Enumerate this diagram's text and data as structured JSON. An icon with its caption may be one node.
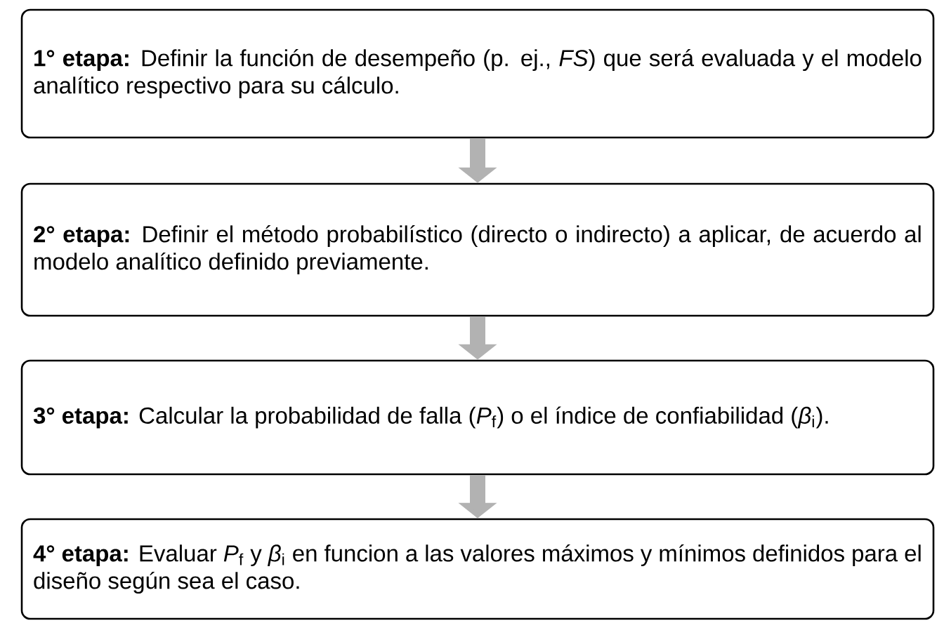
{
  "diagram": {
    "nodes": [
      {
        "text": [
          "**1° etapa:** Definir la función de desempeño (p. ej., *FS*) que será evaluada y el modelo analítico respectivo para su cálculo."
        ]
      },
      {
        "text": [
          "**2° etapa:** Definir el método probabilístico (directo o indirecto) a aplicar, de acuerdo al modelo analítico definido previamente."
        ]
      },
      {
        "text": [
          "**3° etapa:** Calcular la probabilidad de falla (*P*$_{f}$) o el índice de confiabilidad (*β*$_{i}$)."
        ]
      },
      {
        "text": [
          "**4° etapa:** Evaluar *P*$_{f}$ y *β*$_{i}$ en funcion a las valores máximos y mínimos definidos para el diseño según sea el caso."
        ]
      }
    ],
    "edges": [
      {
        "from": 0,
        "to": 1,
        "arrow": "to"
      },
      {
        "from": 1,
        "to": 2,
        "arrow": "to"
      },
      {
        "from": 2,
        "to": 3,
        "arrow": "to"
      }
    ]
  }
}
